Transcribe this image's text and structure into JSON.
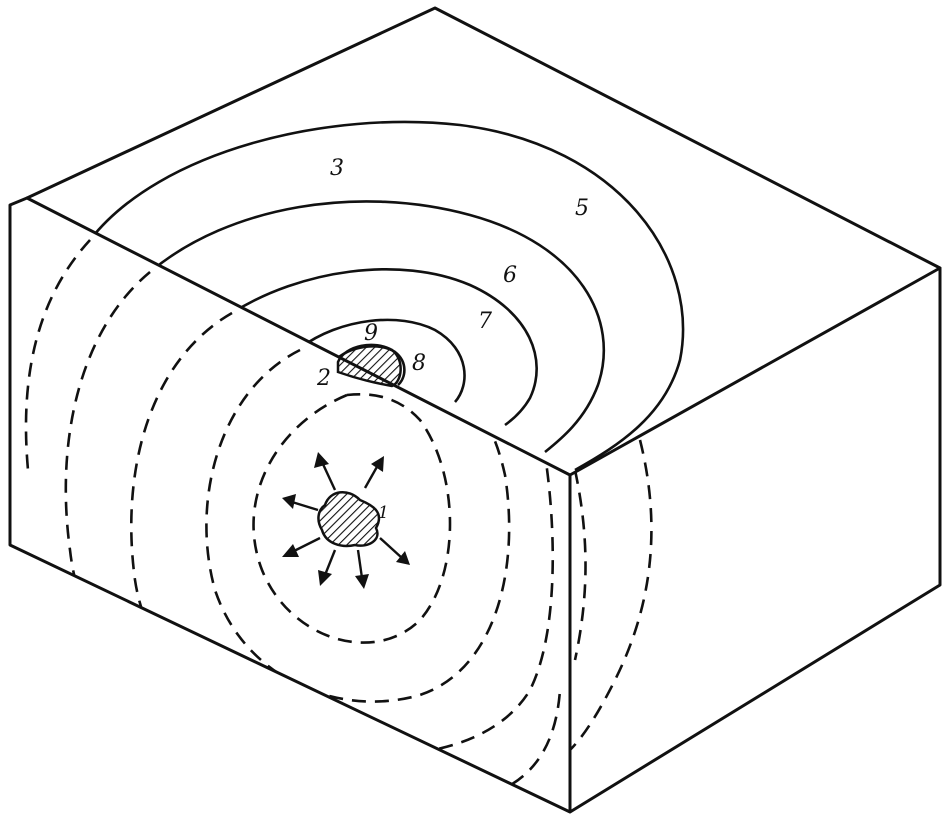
{
  "diagram": {
    "isoseismal_labels": [
      {
        "id": "label-3",
        "text": "3"
      },
      {
        "id": "label-5",
        "text": "5"
      },
      {
        "id": "label-6",
        "text": "6"
      },
      {
        "id": "label-7",
        "text": "7"
      },
      {
        "id": "label-8",
        "text": "8"
      },
      {
        "id": "label-9",
        "text": "9"
      }
    ],
    "epicenter_label": "2",
    "focus_label": "1",
    "colors": {
      "line": "#111111",
      "background": "#ffffff"
    }
  }
}
